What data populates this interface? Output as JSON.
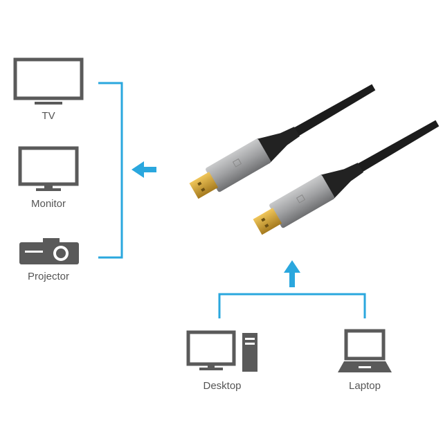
{
  "colors": {
    "accent": "#2aa7de",
    "icon": "#5a5a5a",
    "plug_gold": "#d9a93a",
    "shell": "#a9aaab",
    "cable": "#1c1c1c"
  },
  "outputs": [
    {
      "label": "TV",
      "icon": "tv-icon"
    },
    {
      "label": "Monitor",
      "icon": "monitor-icon"
    },
    {
      "label": "Projector",
      "icon": "projector-icon"
    }
  ],
  "inputs": [
    {
      "label": "Desktop",
      "icon": "desktop-icon"
    },
    {
      "label": "Laptop",
      "icon": "laptop-icon"
    }
  ],
  "product": {
    "icon": "displayport-cable"
  }
}
